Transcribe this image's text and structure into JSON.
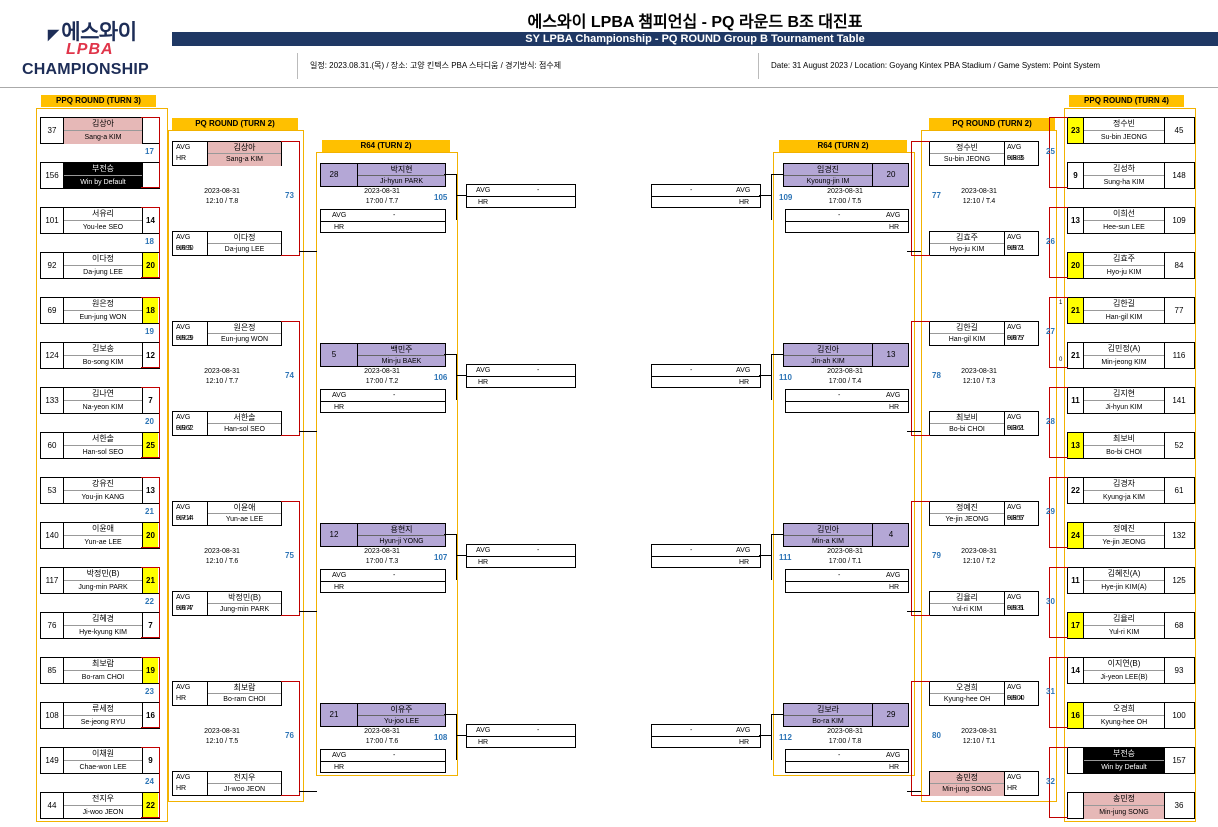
{
  "header": {
    "logo": {
      "line1": "에스와이",
      "line2": "LPBA",
      "line3": "CHAMPIONSHIP"
    },
    "title_ko": "에스와이 LPBA 챔피언십 - PQ 라운드 B조 대진표",
    "title_en": "SY LPBA Championship - PQ ROUND Group B Tournament Table",
    "info_ko": "일정: 2023.08.31.(목) / 장소: 고양 킨텍스 PBA 스타디움 / 경기방식: 점수제",
    "info_en": "Date: 31 August 2023 / Location: Goyang Kintex PBA Stadium / Game System: Point System"
  },
  "labels": {
    "avg": "AVG",
    "hr": "HR",
    "dash": "-"
  },
  "columns": {
    "ppq_left": "PPQ ROUND (TURN 3)",
    "pq_left": "PQ ROUND (TURN 2)",
    "r64_left": "R64 (TURN 2)",
    "r64_right": "R64 (TURN 2)",
    "pq_right": "PQ ROUND (TURN 2)",
    "ppq_right": "PPQ ROUND (TURN 4)"
  },
  "ppq_left": [
    {
      "seed": "37",
      "ko": "김상아",
      "en": "Sang-a KIM",
      "score": "",
      "style": "pink"
    },
    {
      "seed": "156",
      "ko": "부전승",
      "en": "Win by Default",
      "score": "",
      "style": "black"
    },
    {
      "seed": "101",
      "ko": "서유리",
      "en": "You-lee SEO",
      "score": "14",
      "style": ""
    },
    {
      "seed": "92",
      "ko": "이다정",
      "en": "Da-jung LEE",
      "score": "20",
      "style": "yellow"
    },
    {
      "seed": "69",
      "ko": "원은정",
      "en": "Eun-jung WON",
      "score": "18",
      "style": "yellow"
    },
    {
      "seed": "124",
      "ko": "김보송",
      "en": "Bo-song KIM",
      "score": "12",
      "style": ""
    },
    {
      "seed": "133",
      "ko": "김나연",
      "en": "Na-yeon KIM",
      "score": "7",
      "style": ""
    },
    {
      "seed": "60",
      "ko": "서한솔",
      "en": "Han-sol SEO",
      "score": "25",
      "style": "yellow"
    },
    {
      "seed": "53",
      "ko": "강유진",
      "en": "You-jin KANG",
      "score": "13",
      "style": ""
    },
    {
      "seed": "140",
      "ko": "이윤애",
      "en": "Yun-ae LEE",
      "score": "20",
      "style": "yellow"
    },
    {
      "seed": "117",
      "ko": "박정민(B)",
      "en": "Jung-min PARK",
      "score": "21",
      "style": "yellow"
    },
    {
      "seed": "76",
      "ko": "김혜경",
      "en": "Hye-kyung KIM",
      "score": "7",
      "style": ""
    },
    {
      "seed": "85",
      "ko": "최보람",
      "en": "Bo-ram CHOI",
      "score": "19",
      "style": "yellow"
    },
    {
      "seed": "108",
      "ko": "류세정",
      "en": "Se-jeong RYU",
      "score": "16",
      "style": ""
    },
    {
      "seed": "149",
      "ko": "이채원",
      "en": "Chae-won LEE",
      "score": "9",
      "style": ""
    },
    {
      "seed": "44",
      "ko": "전지우",
      "en": "Ji-woo JEON",
      "score": "22",
      "style": "yellow"
    }
  ],
  "ppq_left_matches": [
    "17",
    "18",
    "19",
    "20",
    "21",
    "22",
    "23",
    "24"
  ],
  "ppq_right": [
    {
      "seed": "45",
      "ko": "정수빈",
      "en": "Su-bin JEONG",
      "score": "23",
      "style": "yellow"
    },
    {
      "seed": "148",
      "ko": "김성하",
      "en": "Sung-ha KIM",
      "score": "9",
      "style": ""
    },
    {
      "seed": "109",
      "ko": "이희선",
      "en": "Hee-sun LEE",
      "score": "13",
      "style": ""
    },
    {
      "seed": "84",
      "ko": "김효주",
      "en": "Hyo-ju KIM",
      "score": "20",
      "style": "yellow"
    },
    {
      "seed": "77",
      "ko": "김한길",
      "en": "Han-gil KIM",
      "score": "21",
      "style": "yellow"
    },
    {
      "seed": "116",
      "ko": "김민정(A)",
      "en": "Min-jeong KIM",
      "score": "21",
      "style": ""
    },
    {
      "seed": "141",
      "ko": "김지현",
      "en": "Ji-hyun KIM",
      "score": "11",
      "style": ""
    },
    {
      "seed": "52",
      "ko": "최보비",
      "en": "Bo-bi CHOI",
      "score": "13",
      "style": "yellow"
    },
    {
      "seed": "61",
      "ko": "김경자",
      "en": "Kyung-ja KIM",
      "score": "22",
      "style": ""
    },
    {
      "seed": "132",
      "ko": "정예진",
      "en": "Ye-jin JEONG",
      "score": "24",
      "style": "yellow"
    },
    {
      "seed": "125",
      "ko": "김혜진(A)",
      "en": "Hye-jin KIM(A)",
      "score": "11",
      "style": ""
    },
    {
      "seed": "68",
      "ko": "김율리",
      "en": "Yul-ri KIM",
      "score": "17",
      "style": "yellow"
    },
    {
      "seed": "93",
      "ko": "이지연(B)",
      "en": "Ji-yeon LEE(B)",
      "score": "14",
      "style": ""
    },
    {
      "seed": "100",
      "ko": "오경희",
      "en": "Kyung-hee OH",
      "score": "16",
      "style": "yellow"
    },
    {
      "seed": "157",
      "ko": "부전승",
      "en": "Win by Default",
      "score": "",
      "style": "black"
    },
    {
      "seed": "36",
      "ko": "송민정",
      "en": "Min-jung SONG",
      "score": "",
      "style": "pink"
    }
  ],
  "ppq_right_matches": [
    "25",
    "26",
    "27",
    "28",
    "29",
    "30",
    "31",
    "32"
  ],
  "ppq_right_ticks": [
    "1",
    "0"
  ],
  "pq_left": [
    {
      "top": {
        "avg": "AVG",
        "hr": "HR",
        "ko": "김상아",
        "en": "Sang-a KIM",
        "pink": true
      },
      "bottom": {
        "avg": "AVG 0.690",
        "hr": "HR 5",
        "ko": "이다정",
        "en": "Da-jung LEE"
      },
      "date": "2023-08-31",
      "time": "12:10 / T.8",
      "match": "73"
    },
    {
      "top": {
        "avg": "AVG 0.529",
        "hr": "HR 3",
        "ko": "원은정",
        "en": "Eun-jung WON"
      },
      "bottom": {
        "avg": "AVG 0.962",
        "hr": "HR 7",
        "ko": "서한솔",
        "en": "Han-sol SEO"
      },
      "date": "2023-08-31",
      "time": "12:10 / T.7",
      "match": "74"
    },
    {
      "top": {
        "avg": "AVG 0.714",
        "hr": "HR 4",
        "ko": "이윤애",
        "en": "Yun-ae LEE"
      },
      "bottom": {
        "avg": "AVG 0.677",
        "hr": "HR 4",
        "ko": "박정민(B)",
        "en": "Jung-min PARK"
      },
      "date": "2023-08-31",
      "time": "12:10 / T.6",
      "match": "75"
    },
    {
      "top": {
        "avg": "AVG",
        "hr": "HR",
        "ko": "최보람",
        "en": "Bo-ram CHOI"
      },
      "bottom": {
        "avg": "AVG",
        "hr": "HR",
        "ko": "전지우",
        "en": "JI-woo JEON"
      },
      "date": "2023-08-31",
      "time": "12:10 / T.5",
      "match": "76"
    }
  ],
  "pq_right": [
    {
      "top": {
        "avg": "AVG 0.885",
        "hr": "HR 3",
        "ko": "정수빈",
        "en": "Su-bin JEONG"
      },
      "bottom": {
        "avg": "AVG 0.571",
        "hr": "HR 2",
        "ko": "김효주",
        "en": "Hyo-ju KIM"
      },
      "date": "2023-08-31",
      "time": "12:10 / T.4",
      "match": "77"
    },
    {
      "top": {
        "avg": "AVG 0.677",
        "hr": "HR 5",
        "ko": "김한길",
        "en": "Han-gil KIM"
      },
      "bottom": {
        "avg": "AVG 0.361",
        "hr": "HR 2",
        "ko": "최보비",
        "en": "Bo-bi CHOI"
      },
      "date": "2023-08-31",
      "time": "12:10 / T.3",
      "match": "78"
    },
    {
      "top": {
        "avg": "AVG 0.857",
        "hr": "HR 6",
        "ko": "정예진",
        "en": "Ye-jin JEONG"
      },
      "bottom": {
        "avg": "AVG 0.531",
        "hr": "HR 5",
        "ko": "김율리",
        "en": "Yul-ri KIM"
      },
      "date": "2023-08-31",
      "time": "12:10 / T.2",
      "match": "79"
    },
    {
      "top": {
        "avg": "AVG 0.500",
        "hr": "HR 4",
        "ko": "오경희",
        "en": "Kyung-hee OH"
      },
      "bottom": {
        "avg": "AVG",
        "hr": "HR",
        "ko": "송민정",
        "en": "Min-jung SONG",
        "pink": true
      },
      "date": "2023-08-31",
      "time": "12:10 / T.1",
      "match": "80"
    }
  ],
  "r64_left": [
    {
      "seed": "28",
      "ko": "박지현",
      "en": "Ji-hyun PARK",
      "date": "2023-08-31",
      "time": "17:00 / T.7",
      "match": "105"
    },
    {
      "seed": "5",
      "ko": "백민주",
      "en": "Min-ju BAEK",
      "date": "2023-08-31",
      "time": "17:00 / T.2",
      "match": "106"
    },
    {
      "seed": "12",
      "ko": "용현지",
      "en": "Hyun-ji YONG",
      "date": "2023-08-31",
      "time": "17:00 / T.3",
      "match": "107"
    },
    {
      "seed": "21",
      "ko": "이유주",
      "en": "Yu-joo LEE",
      "date": "2023-08-31",
      "time": "17:00 / T.6",
      "match": "108"
    }
  ],
  "r64_right": [
    {
      "seed": "20",
      "ko": "임경진",
      "en": "Kyoung-jin IM",
      "date": "2023-08-31",
      "time": "17:00 / T.5",
      "match": "109"
    },
    {
      "seed": "13",
      "ko": "김진아",
      "en": "Jin-ah KIM",
      "date": "2023-08-31",
      "time": "17:00 / T.4",
      "match": "110"
    },
    {
      "seed": "4",
      "ko": "김민아",
      "en": "Min-a KIM",
      "date": "2023-08-31",
      "time": "17:00 / T.1",
      "match": "111"
    },
    {
      "seed": "29",
      "ko": "김보라",
      "en": "Bo-ra KIM",
      "date": "2023-08-31",
      "time": "17:00 / T.8",
      "match": "112"
    }
  ]
}
